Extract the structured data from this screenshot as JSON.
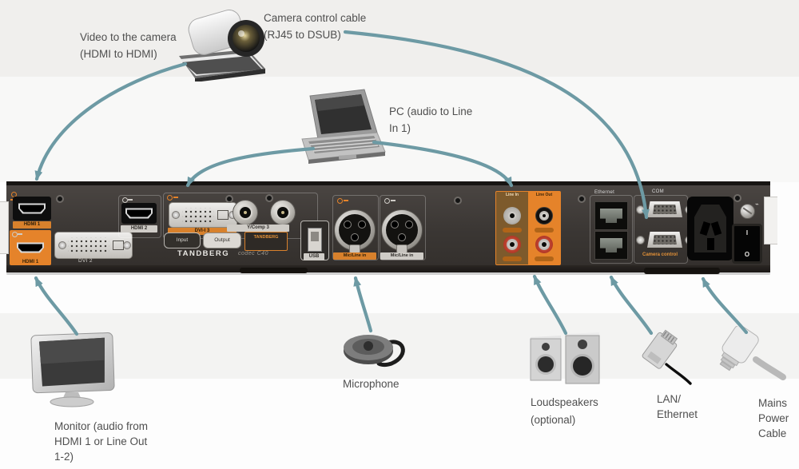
{
  "callouts": {
    "video_camera": {
      "line1": "Video to the camera",
      "line2": "(HDMI to HDMI)"
    },
    "camera_control": {
      "line1": "Camera control cable",
      "line2": "(RJ45 to DSUB)"
    },
    "pc": {
      "line1": "PC (audio to Line",
      "line2": "In 1)"
    },
    "monitor": {
      "line1": "Monitor (audio from",
      "line2": "HDMI 1 or Line Out",
      "line3": "1-2)"
    },
    "microphone": {
      "line1": "Microphone"
    },
    "loudspeakers": {
      "line1": "Loudspeakers",
      "line2": "(optional)"
    },
    "lan": {
      "line1": "LAN/",
      "line2": "Ethernet"
    },
    "mains": {
      "line1": "Mains",
      "line2": "Power",
      "line3": "Cable"
    }
  },
  "panel": {
    "brand": "TANDBERG",
    "model": "codec C40",
    "badge": "TANDBERG",
    "ports": {
      "hdmi_in_1": "HDMI 1",
      "hdmi_out_1": "HDMI 1",
      "dvi_out_2": "DVI 2",
      "hdmi_in_2": "HDMI 2",
      "dvi_in_3": "DVI-I 3",
      "ycomp_in_3": "Y/Comp 3",
      "input_badge": "Input",
      "output_badge": "Output",
      "usb": "USB",
      "mic_line_in_1": "Mic/Line in",
      "mic_line_in_2": "Mic/Line in",
      "line_in": "Line In",
      "line_out": "Line Out",
      "ethernet": "Ethernet",
      "com": "COM",
      "camera_control": "Camera control",
      "power_on": "I",
      "power_off": "O"
    }
  },
  "colors": {
    "arrow": "#6d9aa4",
    "highlight": "#e5832a",
    "panel": "#3e3a37"
  }
}
